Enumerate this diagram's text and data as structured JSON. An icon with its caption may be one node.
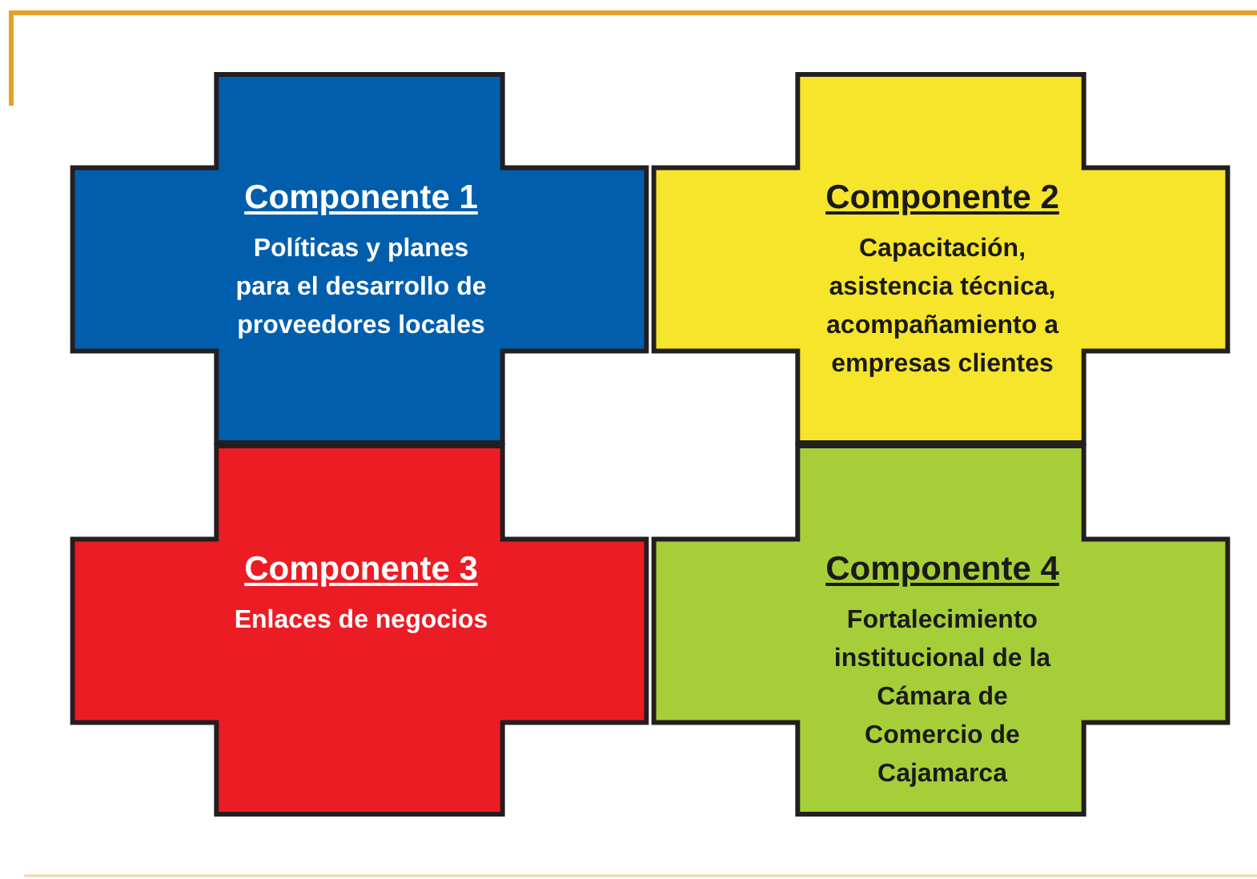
{
  "diagram": {
    "nodes": [
      {
        "text": [
          "Componente 1",
          "Políticas y planes para el desarrollo de proveedores locales"
        ]
      },
      {
        "text": [
          "Componente 2",
          "Capacitación, asistencia técnica, acompañamiento a empresas clientes"
        ]
      },
      {
        "text": [
          "Componente 3",
          "Enlaces de negocios"
        ]
      },
      {
        "text": [
          "Componente 4",
          "Fortalecimiento institucional de la Cámara de Comercio de Cajamarca"
        ]
      }
    ]
  }
}
